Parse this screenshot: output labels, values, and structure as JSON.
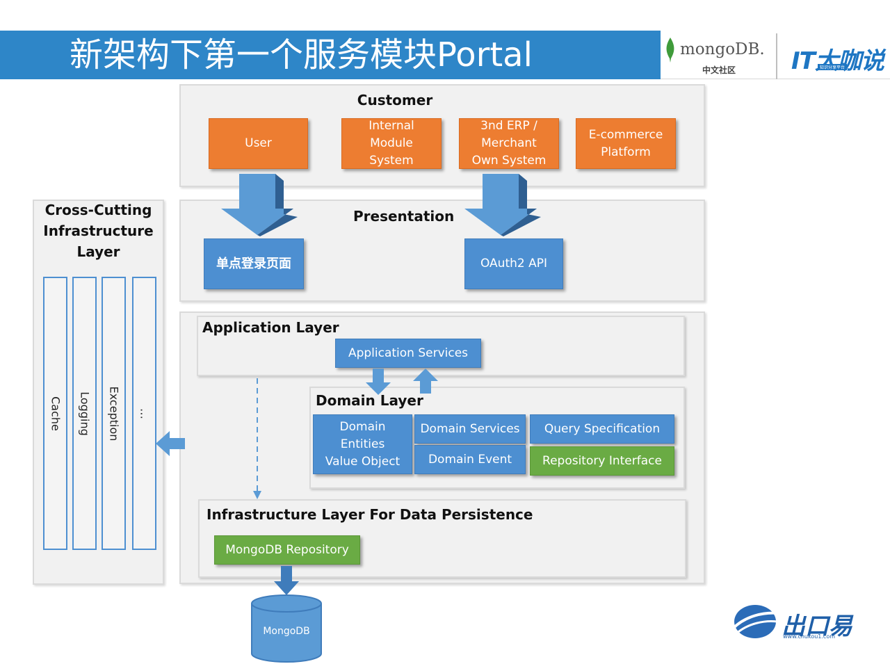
{
  "title": "新架构下第一个服务模块Portal",
  "logos": {
    "mongodb_text": "mongoDB.",
    "mongodb_sub": "中文社区",
    "it_text": "IT大咖说",
    "it_sub": "知识分享平台",
    "chukou_text": "出口易",
    "chukou_sub": "www.chukou1.com"
  },
  "customer": {
    "label": "Customer",
    "boxes": [
      "User",
      "Internal\nModule\nSystem",
      "3nd  ERP /\nMerchant\nOwn System",
      "E-commerce\nPlatform"
    ]
  },
  "presentation": {
    "label": "Presentation",
    "boxes": [
      "单点登录页面",
      "OAuth2 API"
    ]
  },
  "cross_cutting": {
    "label": "Cross-Cutting\nInfrastructure\nLayer",
    "columns": [
      "Cache",
      "Logging",
      "Exception",
      "…"
    ]
  },
  "application": {
    "label": "Application Layer",
    "services": "Application Services"
  },
  "domain": {
    "label": "Domain Layer",
    "entities": "Domain\nEntities\nValue Object",
    "services": "Domain Services",
    "event": "Domain Event",
    "query": "Query Specification",
    "repository": "Repository Interface"
  },
  "infrastructure": {
    "label": "Infrastructure Layer For Data Persistence",
    "repository": "MongoDB Repository"
  },
  "database": "MongoDB",
  "colors": {
    "title_bar": "#2e86c8",
    "orange": "#ed7d31",
    "blue": "#4d8fd1",
    "green": "#6aab44",
    "arrow": "#5b9bd5"
  }
}
